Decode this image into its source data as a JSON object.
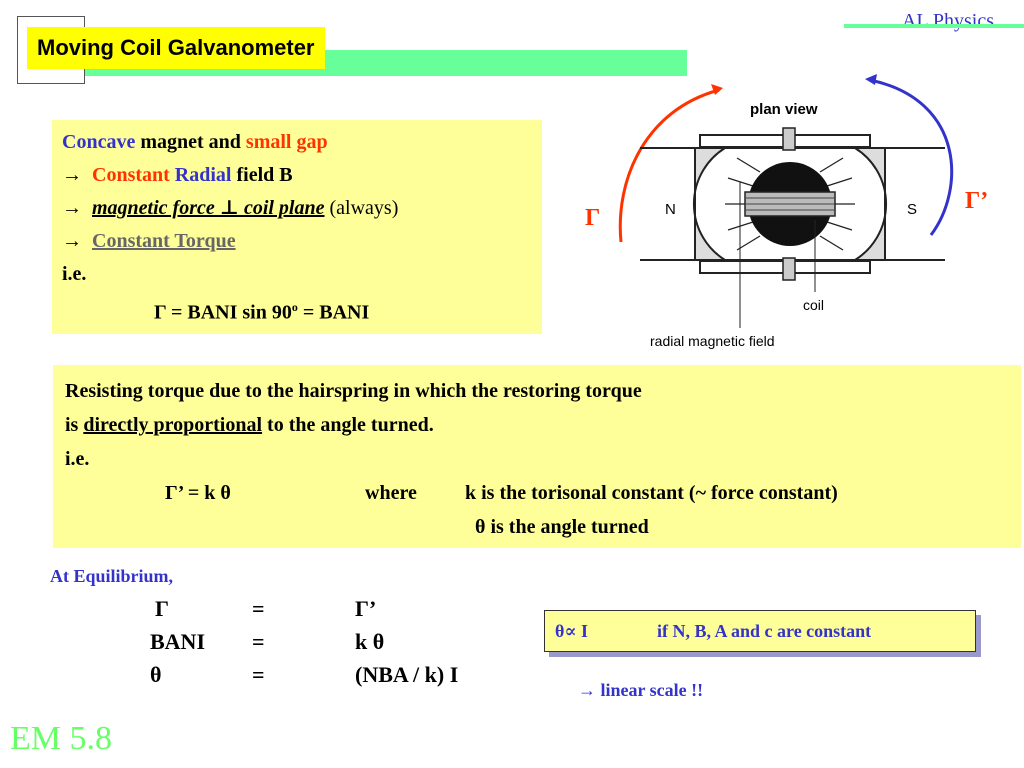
{
  "header": {
    "title": "Moving Coil Galvanometer",
    "course": "AL Physics"
  },
  "box1": {
    "line1": {
      "a": "Concave",
      "b": " magnet and ",
      "c": "small gap"
    },
    "line2": {
      "arrow": "→",
      "a": "Constant",
      "b": " Radial",
      "c": " field B"
    },
    "line3": {
      "arrow": "→",
      "a": "magnetic force ⊥ coil plane",
      "b": " (always)"
    },
    "line4": {
      "arrow": "→",
      "a": "Constant Torque"
    },
    "line5": "i.e.",
    "line6": {
      "a": "Γ = BANI sin 90",
      "sup": "o",
      "b": " = BANI"
    }
  },
  "diagram": {
    "plan_view": "plan view",
    "n_label": "N",
    "s_label": "S",
    "coil": "coil",
    "radial_field": "radial magnetic field",
    "gamma": "Γ",
    "gamma_prime": "Γ’"
  },
  "box2": {
    "line1": "Resisting torque due to the hairspring in which the restoring torque",
    "line2": {
      "a": "is ",
      "b": "directly proportional",
      "c": " to the angle turned."
    },
    "line3": "i.e.",
    "line4": {
      "eq": "Γ’ = k θ",
      "where": "where",
      "def": "k is the torisonal constant (~ force constant)"
    },
    "line5": "θ is the angle turned"
  },
  "equilibrium": {
    "title": "At Equilibrium,",
    "rows": [
      {
        "left": "Γ",
        "eq": "=",
        "right": "Γ’"
      },
      {
        "left": "BANI",
        "eq": "=",
        "right": "k θ"
      },
      {
        "left": "θ",
        "eq": "=",
        "right": "(NBA / k)  I"
      }
    ]
  },
  "result": {
    "text": "θ∝ I",
    "condition": "if N, B, A and c are constant"
  },
  "linear_scale": "→  linear scale !!",
  "slide_number": "EM 5.8"
}
